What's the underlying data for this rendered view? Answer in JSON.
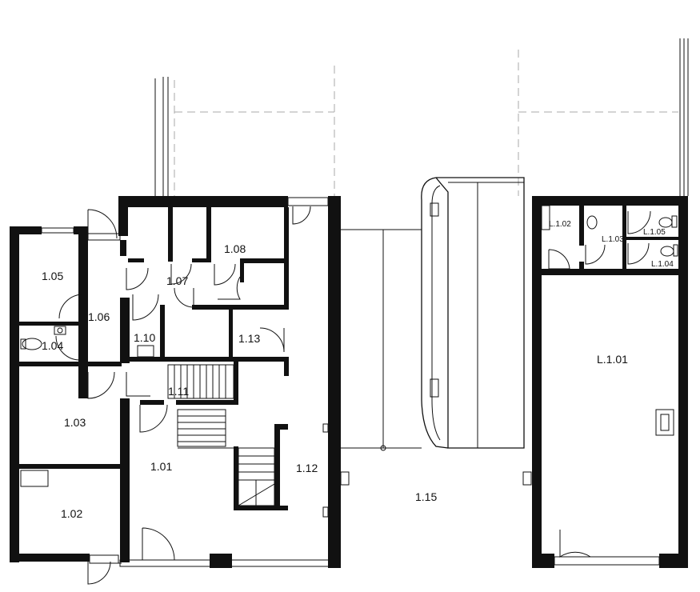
{
  "rooms": {
    "r_1_01": "1.01",
    "r_1_02": "1.02",
    "r_1_03": "1.03",
    "r_1_04": "1.04",
    "r_1_05": "1.05",
    "r_1_06": "1.06",
    "r_1_07": "1.07",
    "r_1_08": "1.08",
    "r_1_10": "1.10",
    "r_1_11": "1.11",
    "r_1_12": "1.12",
    "r_1_13": "1.13",
    "r_1_15": "1.15",
    "r_L_1_01": "L.1.01",
    "r_L_1_02": "L.1.02",
    "r_L_1_03": "L.1.03",
    "r_L_1_04": "L.1.04",
    "r_L_1_05": "L.1.05"
  }
}
